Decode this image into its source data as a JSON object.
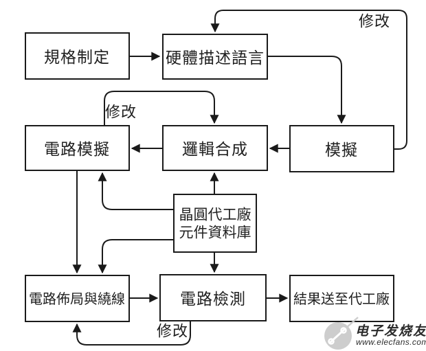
{
  "diagram": {
    "nodes": {
      "spec": "規格制定",
      "hdl": "硬體描述語言",
      "circuit_simulation": "電路模擬",
      "logic_synthesis": "邏輯合成",
      "simulation": "模擬",
      "foundry_library_line1": "晶圓代工廠",
      "foundry_library_line2": "元件資料庫",
      "layout_and_routing": "電路佈局與繞線",
      "circuit_test": "電路檢測",
      "send_to_foundry": "結果送至代工廠"
    },
    "edge_labels": {
      "modify_top": "修改",
      "modify_middle": "修改",
      "modify_bottom": "修改"
    },
    "edges": [
      {
        "from": "spec",
        "to": "hdl"
      },
      {
        "from": "hdl",
        "to": "simulation"
      },
      {
        "from": "simulation",
        "to": "logic_synthesis"
      },
      {
        "from": "logic_synthesis",
        "to": "circuit_simulation"
      },
      {
        "from": "simulation",
        "to": "hdl",
        "label": "修改"
      },
      {
        "from": "circuit_simulation",
        "to": "logic_synthesis",
        "label": "修改"
      },
      {
        "from": "circuit_simulation",
        "to": "layout_and_routing"
      },
      {
        "from": "foundry_library",
        "to": "logic_synthesis"
      },
      {
        "from": "foundry_library",
        "to": "circuit_simulation"
      },
      {
        "from": "foundry_library",
        "to": "layout_and_routing"
      },
      {
        "from": "foundry_library",
        "to": "circuit_test"
      },
      {
        "from": "layout_and_routing",
        "to": "circuit_test"
      },
      {
        "from": "circuit_test",
        "to": "send_to_foundry"
      },
      {
        "from": "circuit_test",
        "to": "layout_and_routing",
        "label": "修改"
      }
    ],
    "colors": {
      "line": "#1a1a1a",
      "box_fill": "#ffffff",
      "text": "#1f1f1f",
      "background": "#ffffff",
      "watermark": "#c7c7c7"
    }
  },
  "watermark": {
    "brand": "电子发烧友",
    "url": "www.elecfans.com"
  }
}
